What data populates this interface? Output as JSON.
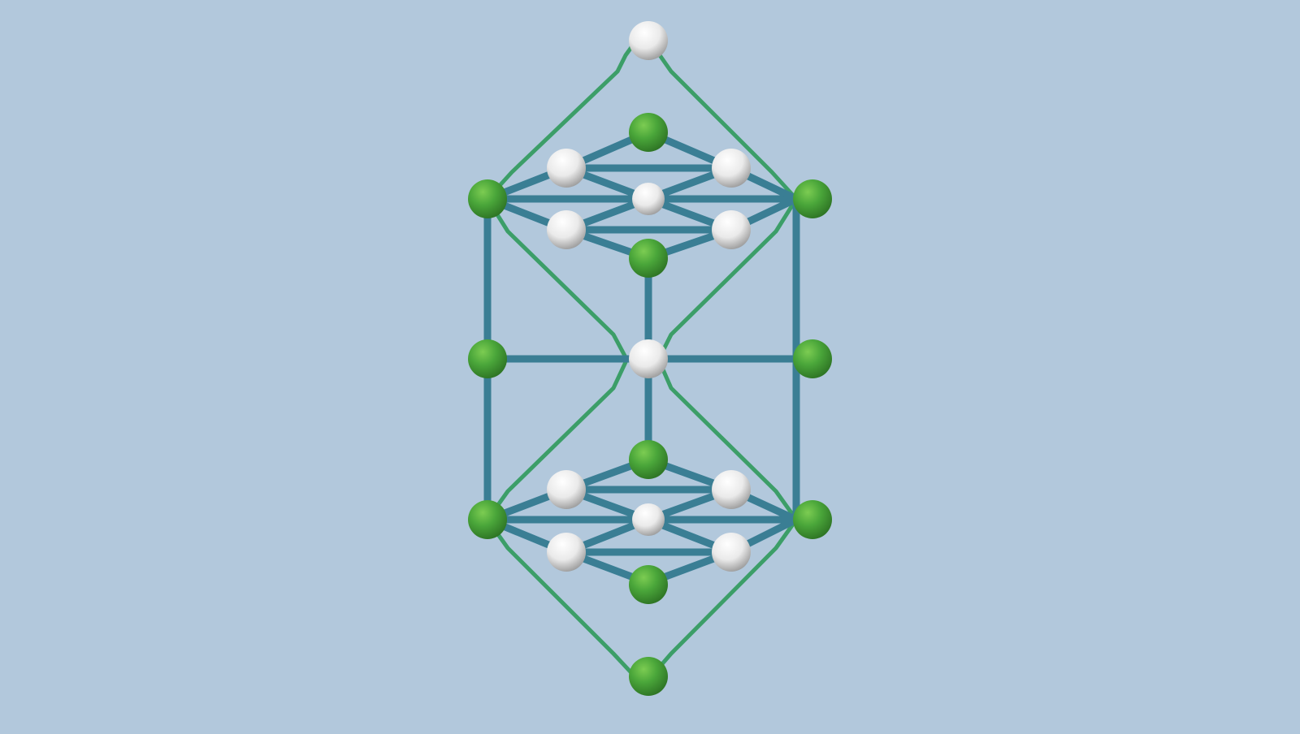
{
  "scene": {
    "background_color": "#b2c8dc",
    "colors": {
      "edge_blue": "#3a7e94",
      "edge_blue_highlight": "#3a9ab6",
      "edge_green": "#3c9e68",
      "sphere_green": "#44a236",
      "sphere_white": "#e8e8e8"
    },
    "node_kinds": [
      "green-sphere",
      "white-sphere"
    ],
    "edge_kinds": [
      "blue-rod",
      "green-curved-rod"
    ]
  }
}
